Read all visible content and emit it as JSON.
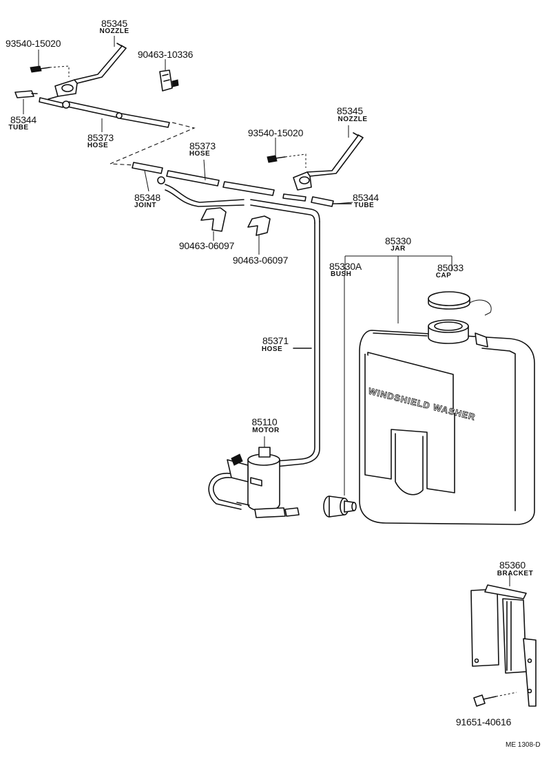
{
  "parts": {
    "nozzle_left": {
      "number": "85345",
      "name": "NOZZLE"
    },
    "screw_left": {
      "number": "93540-15020"
    },
    "clip_top": {
      "number": "90463-10336"
    },
    "tube_left": {
      "number": "85344",
      "name": "TUBE"
    },
    "hose_left": {
      "number": "85373",
      "name": "HOSE"
    },
    "nozzle_right": {
      "number": "85345",
      "name": "NOZZLE"
    },
    "screw_right": {
      "number": "93540-15020"
    },
    "hose_center": {
      "number": "85373",
      "name": "HOSE"
    },
    "joint": {
      "number": "85348",
      "name": "JOINT"
    },
    "tube_right": {
      "number": "85344",
      "name": "TUBE"
    },
    "clip_a": {
      "number": "90463-06097"
    },
    "clip_b": {
      "number": "90463-06097"
    },
    "jar": {
      "number": "85330",
      "name": "JAR"
    },
    "bush": {
      "number": "85330A",
      "name": "BUSH"
    },
    "cap": {
      "number": "85033",
      "name": "CAP"
    },
    "hose_long": {
      "number": "85371",
      "name": "HOSE"
    },
    "motor": {
      "number": "85110",
      "name": "MOTOR"
    },
    "bracket": {
      "number": "85360",
      "name": "BRACKET"
    },
    "bolt": {
      "number": "91651-40616"
    }
  },
  "jar_plate_text": "WINDSHIELD WASHER",
  "figure_code": "ME 1308-D"
}
